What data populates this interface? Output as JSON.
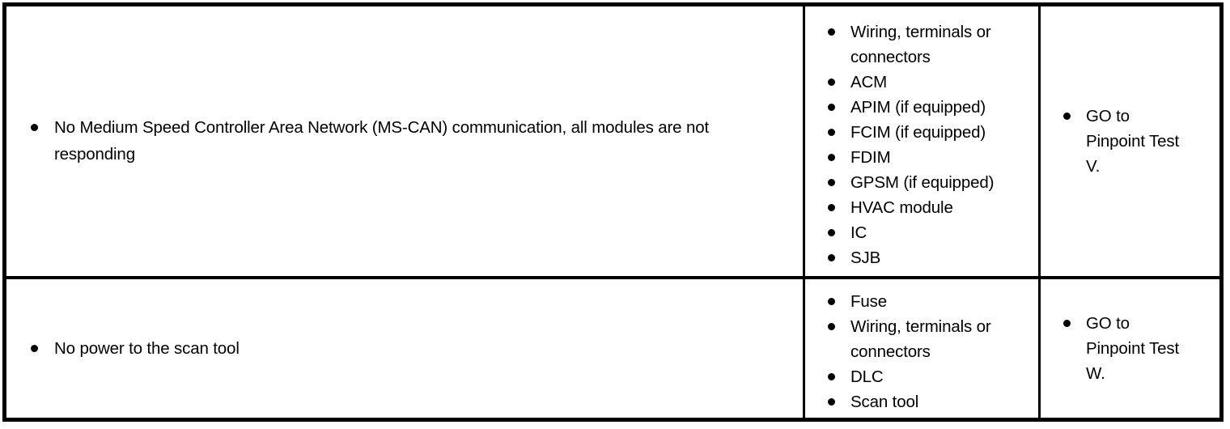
{
  "table": {
    "columns": [
      {
        "key": "symptom",
        "name": "symptom-column"
      },
      {
        "key": "source",
        "name": "possible-source-column"
      },
      {
        "key": "action",
        "name": "action-column"
      }
    ],
    "rows": [
      {
        "symptom": [
          "No Medium Speed Controller Area Network (MS-CAN) communication, all modules are not responding"
        ],
        "sources": [
          "Wiring, terminals or connectors",
          "ACM",
          "APIM (if equipped)",
          "FCIM (if equipped)",
          "FDIM",
          "GPSM (if equipped)",
          "HVAC module",
          "IC",
          "SJB"
        ],
        "actions": [
          "GO to\nPinpoint Test\nV."
        ]
      },
      {
        "symptom": [
          "No power to the scan tool"
        ],
        "sources": [
          "Fuse",
          "Wiring, terminals or connectors",
          "DLC",
          "Scan tool"
        ],
        "actions": [
          "GO to\nPinpoint Test\nW."
        ]
      }
    ]
  },
  "style": {
    "border_color": "#000000",
    "text_color": "#000000",
    "background_color": "#ffffff"
  }
}
